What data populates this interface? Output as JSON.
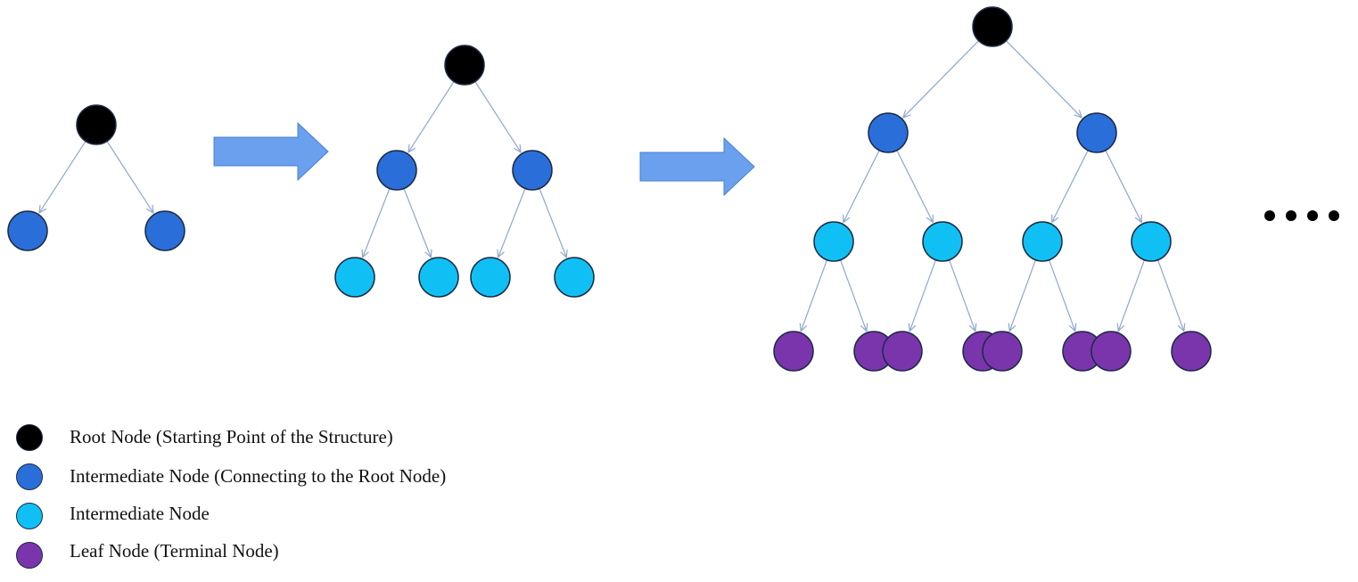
{
  "colors": {
    "root": "#000000",
    "intermediate_root": "#2a6fd9",
    "intermediate": "#10c0f5",
    "leaf": "#7a35ad",
    "edge": "#8fa7cc",
    "arrow": "#6aa0ee",
    "arrow_stroke": "#4a7fd0",
    "node_stroke": "#1d2a44"
  },
  "legend": [
    {
      "kind": "root",
      "label": "Root Node (Starting Point of the Structure)"
    },
    {
      "kind": "intermediate_root",
      "label": "Intermediate Node (Connecting to the Root Node)"
    },
    {
      "kind": "intermediate",
      "label": "Intermediate Node"
    },
    {
      "kind": "leaf",
      "label": "Leaf Node (Terminal Node)"
    }
  ],
  "stages": [
    {
      "depth": 1
    },
    {
      "depth": 2
    },
    {
      "depth": 3
    }
  ],
  "continuation_icon": "ellipsis-icon"
}
